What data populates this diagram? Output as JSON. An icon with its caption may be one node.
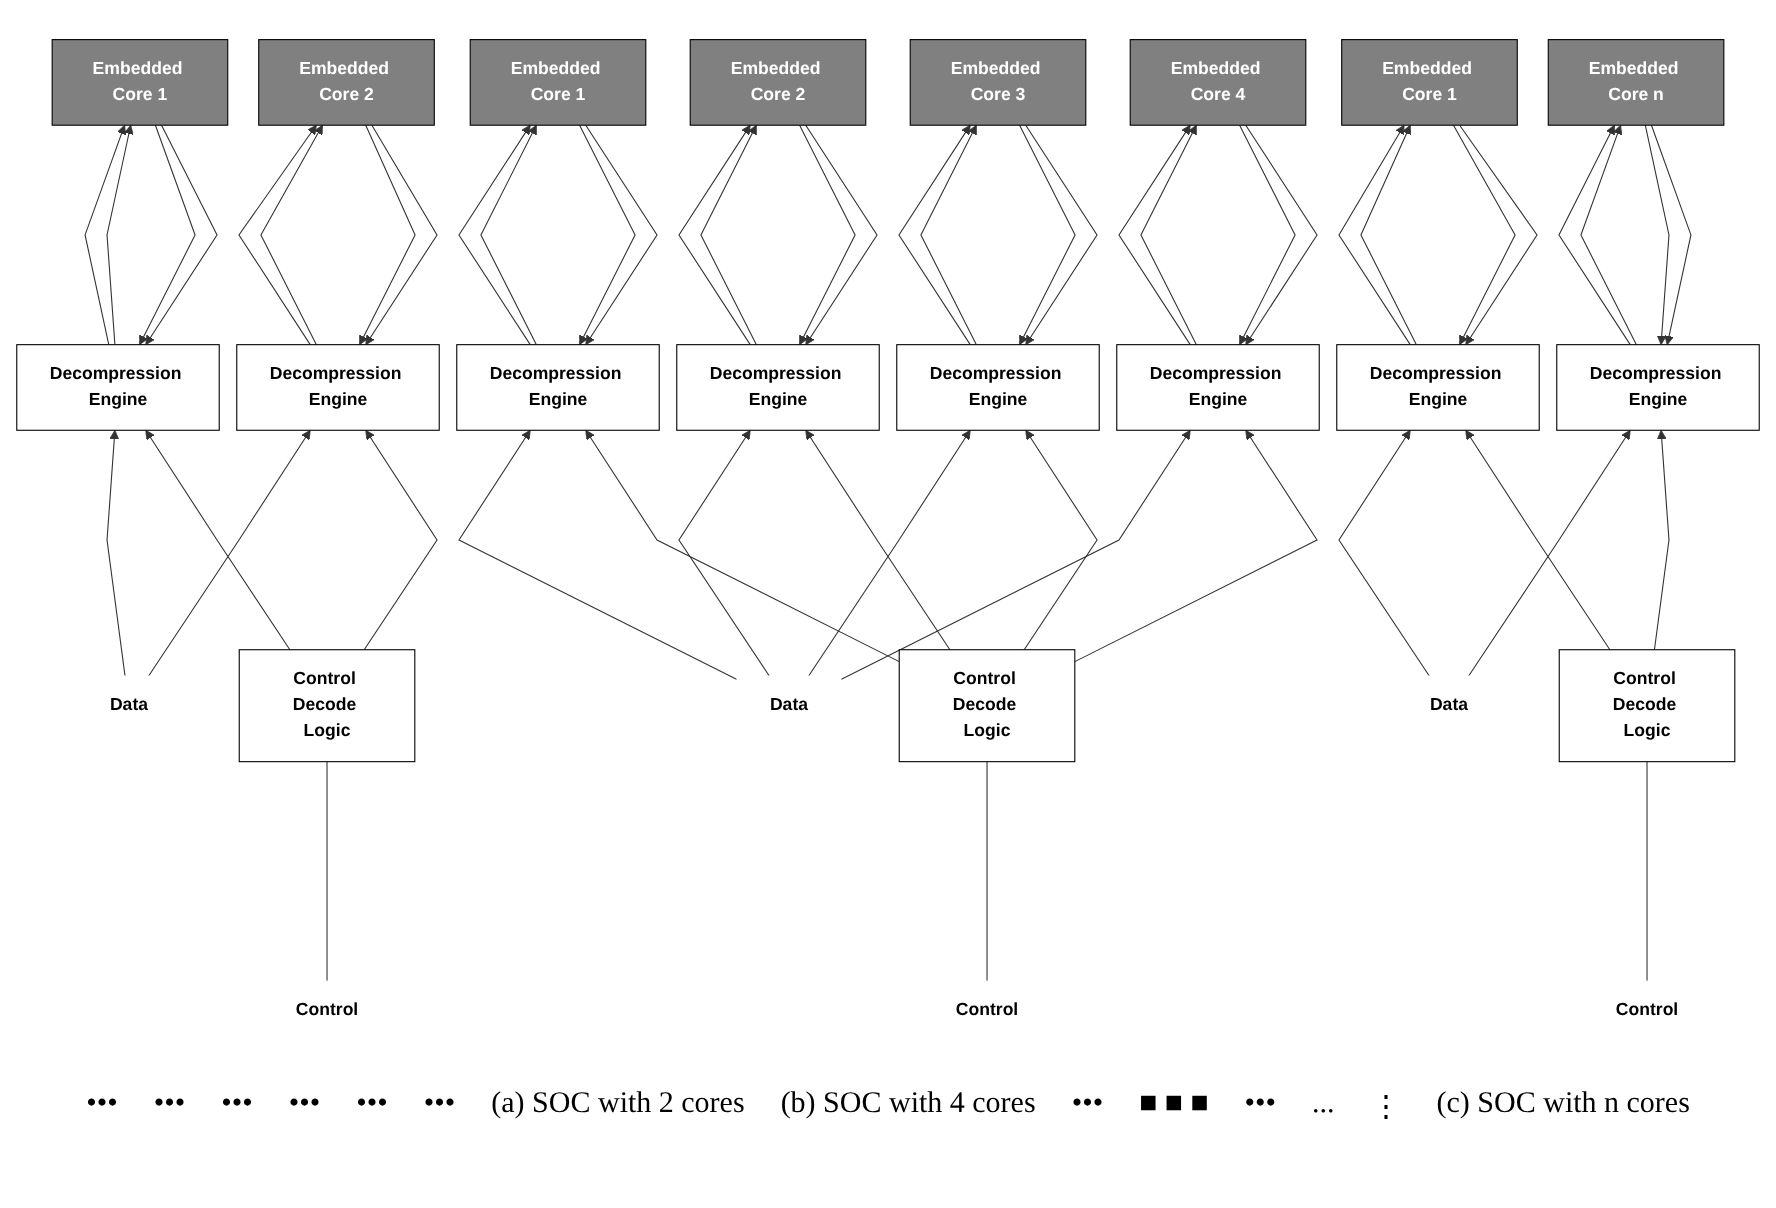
{
  "diagram": {
    "nodes": [
      {
        "text": [
          "Embedded Core 1"
        ]
      },
      {
        "text": [
          "Embedded Core 2"
        ]
      },
      {
        "text": [
          "Decompression Engine"
        ]
      },
      {
        "text": [
          "Decompression Engine"
        ]
      },
      {
        "text": [
          "Data"
        ]
      },
      {
        "text": [
          "Control"
        ]
      },
      {
        "text": [
          "Control Decode Logic"
        ]
      },
      {
        "text": [
          "Embedded Core 1"
        ]
      },
      {
        "text": [
          "Embedded Core 2"
        ]
      },
      {
        "text": [
          "Embedded Core 3"
        ]
      },
      {
        "text": [
          "Embedded Core 4"
        ]
      },
      {
        "text": [
          "Decompression Engine"
        ]
      },
      {
        "text": [
          "Decompression Engine"
        ]
      },
      {
        "text": [
          "Decompression Engine"
        ]
      },
      {
        "text": [
          "Decompression Engine"
        ]
      },
      {
        "text": [
          "Data"
        ]
      },
      {
        "text": [
          "Control"
        ]
      },
      {
        "text": [
          "Control Decode Logic"
        ]
      },
      {
        "text": [
          "Embedded Core 1"
        ]
      },
      {
        "text": [
          "Embedded Core n"
        ]
      },
      {
        "text": [
          "Decompression Engine"
        ]
      },
      {
        "text": [
          "Decompression Engine"
        ]
      },
      {
        "text": [
          "Data"
        ]
      },
      {
        "text": [
          "Control"
        ]
      },
      {
        "text": [
          "Control Decode Logic"
        ]
      }
    ],
    "edges": [
      {
        "from": 2,
        "to": 0,
        "arrow": "to"
      },
      {
        "from": 2,
        "to": 0,
        "arrow": "to"
      },
      {
        "from": 0,
        "to": 2,
        "arrow": "to"
      },
      {
        "from": 0,
        "to": 2,
        "arrow": "to"
      },
      {
        "from": 3,
        "to": 1,
        "arrow": "to"
      },
      {
        "from": 3,
        "to": 1,
        "arrow": "to"
      },
      {
        "from": 1,
        "to": 3,
        "arrow": "to"
      },
      {
        "from": 1,
        "to": 3,
        "arrow": "to"
      },
      {
        "from": 4,
        "to": 2,
        "arrow": "to"
      },
      {
        "from": 4,
        "to": 3,
        "arrow": "to"
      },
      {
        "from": 5,
        "to": 6,
        "arrow": "none"
      },
      {
        "from": 6,
        "to": 2,
        "arrow": "to"
      },
      {
        "from": 6,
        "to": 3,
        "arrow": "to"
      },
      {
        "from": 11,
        "to": 7,
        "arrow": "to"
      },
      {
        "from": 11,
        "to": 7,
        "arrow": "to"
      },
      {
        "from": 7,
        "to": 11,
        "arrow": "to"
      },
      {
        "from": 7,
        "to": 11,
        "arrow": "to"
      },
      {
        "from": 12,
        "to": 8,
        "arrow": "to"
      },
      {
        "from": 12,
        "to": 8,
        "arrow": "to"
      },
      {
        "from": 8,
        "to": 12,
        "arrow": "to"
      },
      {
        "from": 8,
        "to": 12,
        "arrow": "to"
      },
      {
        "from": 13,
        "to": 9,
        "arrow": "to"
      },
      {
        "from": 13,
        "to": 9,
        "arrow": "to"
      },
      {
        "from": 9,
        "to": 13,
        "arrow": "to"
      },
      {
        "from": 9,
        "to": 13,
        "arrow": "to"
      },
      {
        "from": 14,
        "to": 10,
        "arrow": "to"
      },
      {
        "from": 14,
        "to": 10,
        "arrow": "to"
      },
      {
        "from": 10,
        "to": 14,
        "arrow": "to"
      },
      {
        "from": 10,
        "to": 14,
        "arrow": "to"
      },
      {
        "from": 15,
        "to": 11,
        "arrow": "to"
      },
      {
        "from": 15,
        "to": 12,
        "arrow": "to"
      },
      {
        "from": 15,
        "to": 13,
        "arrow": "to"
      },
      {
        "from": 15,
        "to": 14,
        "arrow": "to"
      },
      {
        "from": 16,
        "to": 17,
        "arrow": "none"
      },
      {
        "from": 17,
        "to": 11,
        "arrow": "to"
      },
      {
        "from": 17,
        "to": 12,
        "arrow": "to"
      },
      {
        "from": 17,
        "to": 13,
        "arrow": "to"
      },
      {
        "from": 17,
        "to": 14,
        "arrow": "to"
      },
      {
        "from": 20,
        "to": 18,
        "arrow": "to"
      },
      {
        "from": 20,
        "to": 18,
        "arrow": "to"
      },
      {
        "from": 18,
        "to": 20,
        "arrow": "to"
      },
      {
        "from": 18,
        "to": 20,
        "arrow": "to"
      },
      {
        "from": 21,
        "to": 19,
        "arrow": "to"
      },
      {
        "from": 21,
        "to": 19,
        "arrow": "to"
      },
      {
        "from": 19,
        "to": 21,
        "arrow": "to"
      },
      {
        "from": 19,
        "to": 21,
        "arrow": "to"
      },
      {
        "from": 22,
        "to": 20,
        "arrow": "to"
      },
      {
        "from": 22,
        "to": 21,
        "arrow": "to"
      },
      {
        "from": 23,
        "to": 24,
        "arrow": "none"
      },
      {
        "from": 24,
        "to": 20,
        "arrow": "to"
      },
      {
        "from": 24,
        "to": 21,
        "arrow": "to"
      }
    ],
    "labels": [
      "•••",
      "•••",
      "•••",
      "•••",
      "•••",
      "•••",
      "(a) SOC with 2 cores",
      "(b) SOC with 4 cores",
      "•••",
      "■ ■ ■",
      "•••",
      "...",
      "⋮",
      "(c) SOC with n cores"
    ]
  }
}
